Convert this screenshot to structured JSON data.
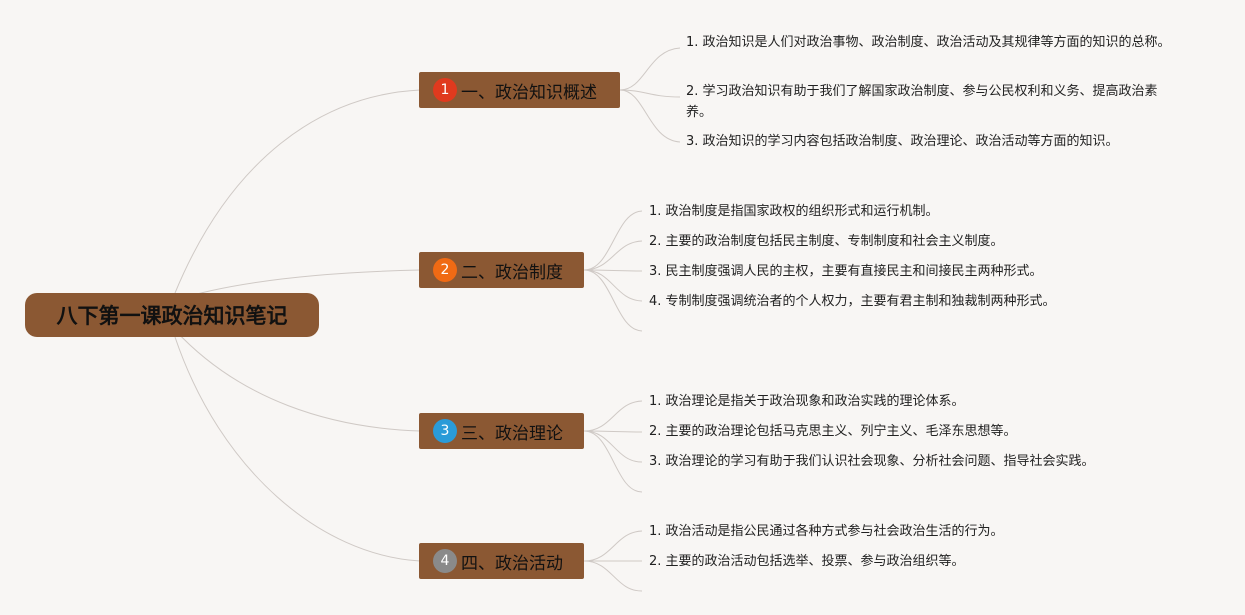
{
  "root": {
    "title": "八下第一课政治知识笔记"
  },
  "branches": [
    {
      "number": "1",
      "label": "一、政治知识概述",
      "badge_color": "#e03a1e",
      "items": [
        "1. 政治知识是人们对政治事物、政治制度、政治活动及其规律等方面的知识的总称。",
        "2. 学习政治知识有助于我们了解国家政治制度、参与公民权利和义务、提高政治素养。",
        "3. 政治知识的学习内容包括政治制度、政治理论、政治活动等方面的知识。"
      ]
    },
    {
      "number": "2",
      "label": "二、政治制度",
      "badge_color": "#f06a14",
      "items": [
        "1. 政治制度是指国家政权的组织形式和运行机制。",
        "2. 主要的政治制度包括民主制度、专制制度和社会主义制度。",
        "3. 民主制度强调人民的主权，主要有直接民主和间接民主两种形式。",
        "4. 专制制度强调统治者的个人权力，主要有君主制和独裁制两种形式。"
      ]
    },
    {
      "number": "3",
      "label": "三、政治理论",
      "badge_color": "#2a9bd8",
      "items": [
        "1. 政治理论是指关于政治现象和政治实践的理论体系。",
        "2. 主要的政治理论包括马克思主义、列宁主义、毛泽东思想等。",
        "3. 政治理论的学习有助于我们认识社会现象、分析社会问题、指导社会实践。"
      ]
    },
    {
      "number": "4",
      "label": "四、政治活动",
      "badge_color": "#8a8a8a",
      "items": [
        "1. 政治活动是指公民通过各种方式参与社会政治生活的行为。",
        "2. 主要的政治活动包括选举、投票、参与政治组织等。"
      ]
    }
  ]
}
